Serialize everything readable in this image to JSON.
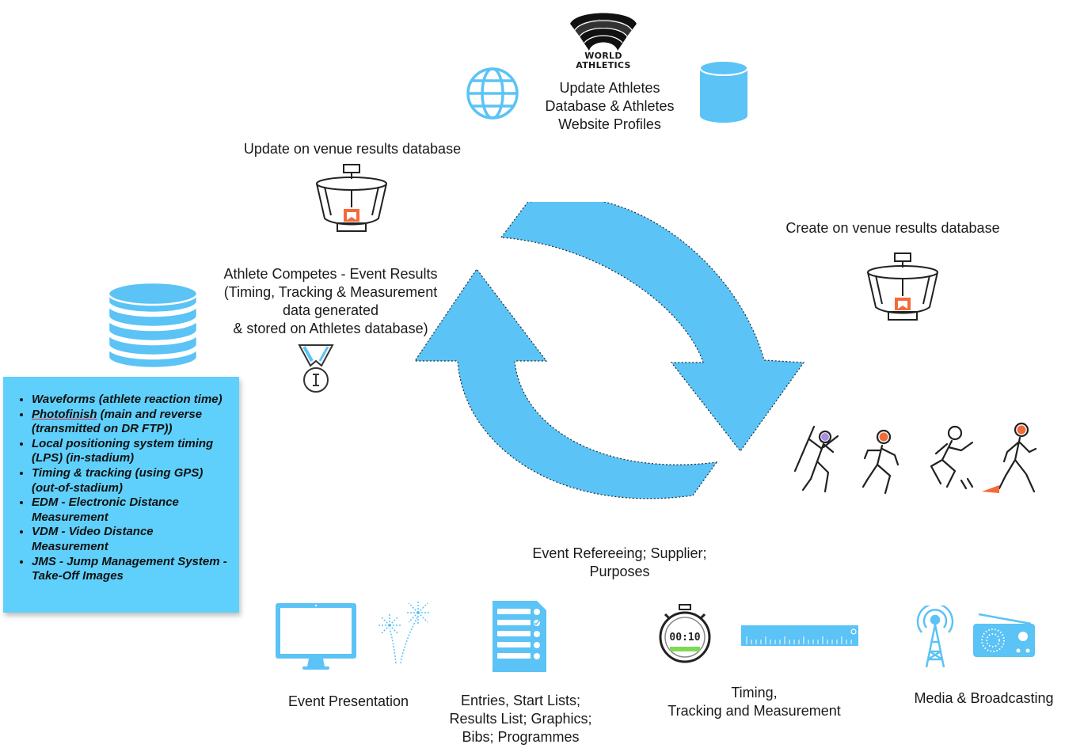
{
  "logo": {
    "line1": "WORLD",
    "line2": "ATHLETICS"
  },
  "labels": {
    "update_athletes": [
      "Update  Athletes",
      "Database & Athletes",
      "Website Profiles"
    ],
    "update_venue": "Update on venue results database",
    "create_venue": "Create on venue results database",
    "athlete_competes": [
      "Athlete Competes  - Event Results",
      "(Timing, Tracking & Measurement",
      "data generated",
      "& stored on  Athletes database)"
    ],
    "refereeing": [
      "Event Refereeing; Supplier;",
      "Purposes"
    ],
    "event_presentation": "Event Presentation",
    "entries": [
      "Entries, Start Lists;",
      "Results List; Graphics;",
      "Bibs; Programmes"
    ],
    "timing": [
      "Timing,",
      "Tracking and Measurement"
    ],
    "media": "Media & Broadcasting"
  },
  "data_box": {
    "items": [
      {
        "text": "Waveforms (athlete reaction time)"
      },
      {
        "text_underlined": "Photofinish",
        "text": " (main and reverse (transmitted on DR FTP))"
      },
      {
        "text": "Local positioning system timing (LPS) (in-stadium)"
      },
      {
        "text": "Timing & tracking (using GPS) (out-of-stadium)"
      },
      {
        "text": "EDM - Electronic Distance Measurement"
      },
      {
        "text": "VDM - Video Distance Measurement"
      },
      {
        "text": "JMS - Jump Management System - Take-Off Images"
      }
    ]
  },
  "stopwatch_readout": "00:10",
  "colors": {
    "accent": "#5bc3f5",
    "box": "#5fd0fb",
    "orange": "#f26b3a",
    "purple": "#a98ee0"
  },
  "icons": [
    "world-athletics-logo",
    "globe-icon",
    "database-icon",
    "stadium-icon",
    "medal-icon",
    "athletes-icon",
    "monitor-icon",
    "fireworks-icon",
    "checklist-icon",
    "stopwatch-icon",
    "ruler-icon",
    "broadcast-tower-icon",
    "radio-icon",
    "cycle-arrows"
  ]
}
